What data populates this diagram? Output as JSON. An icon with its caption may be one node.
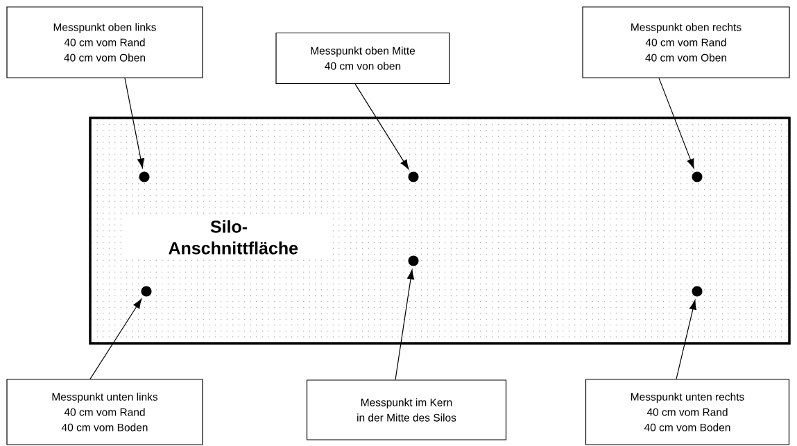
{
  "diagram": {
    "nodes": [
      {
        "text": [
          "Messpunkt oben links",
          "40 cm vom Rand",
          "40 cm vom Oben"
        ]
      },
      {
        "text": [
          "Messpunkt oben Mitte",
          "40 cm von oben"
        ]
      },
      {
        "text": [
          "Messpunkt oben rechts",
          "40 cm vom Rand",
          "40 cm vom Oben"
        ]
      },
      {
        "text": [
          "Silo- Anschnittfläche"
        ]
      },
      {
        "text": [],
        "shape": "circle",
        "in": 3
      },
      {
        "text": [],
        "shape": "circle",
        "in": 3
      },
      {
        "text": [],
        "shape": "circle",
        "in": 3
      },
      {
        "text": [],
        "shape": "circle",
        "in": 3
      },
      {
        "text": [],
        "shape": "circle",
        "in": 3
      },
      {
        "text": [],
        "shape": "circle",
        "in": 3
      },
      {
        "text": [
          "Messpunkt unten links",
          "40 cm vom Rand",
          "40 cm vom Boden"
        ]
      },
      {
        "text": [
          "Messpunkt im Kern",
          "in der Mitte des Silos"
        ]
      },
      {
        "text": [
          "Messpunkt unten rechts",
          "40 cm vom Rand",
          "40 cm vom Boden"
        ]
      }
    ],
    "edges": [
      {
        "from": 0,
        "to": 4,
        "arrow": "to"
      },
      {
        "from": 1,
        "to": 5,
        "arrow": "to"
      },
      {
        "from": 2,
        "to": 6,
        "arrow": "to"
      },
      {
        "from": 10,
        "to": 8,
        "arrow": "to"
      },
      {
        "from": 11,
        "to": 7,
        "arrow": "to"
      },
      {
        "from": 12,
        "to": 9,
        "arrow": "to"
      }
    ]
  }
}
